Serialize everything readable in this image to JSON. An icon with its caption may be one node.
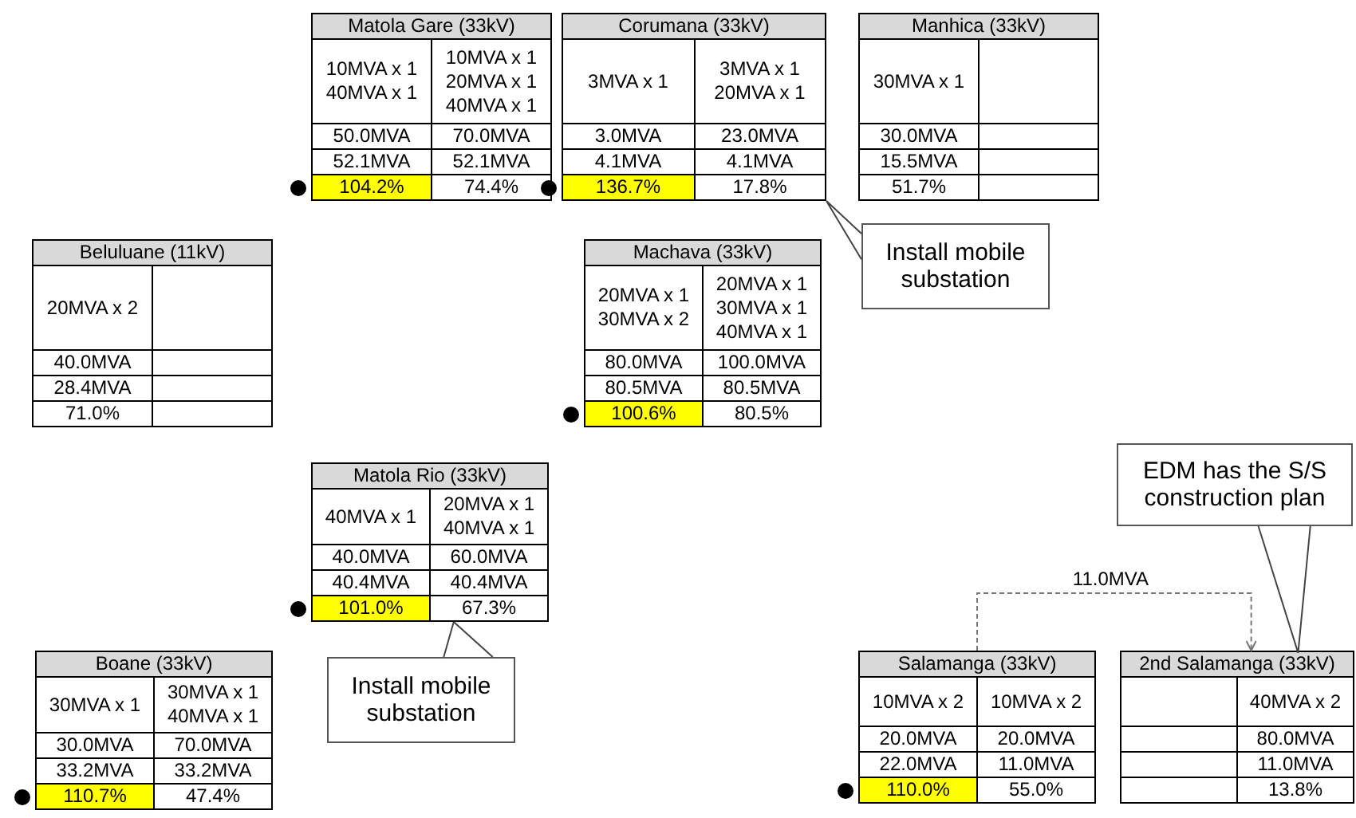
{
  "diagram": {
    "nodes": [
      {
        "text": [
          "Matola Gare (33kV)",
          "10MVA x 1 40MVA x 1",
          "10MVA x 1 20MVA x 1 40MVA x 1",
          "50.0MVA",
          "70.0MVA",
          "52.1MVA",
          "52.1MVA",
          "104.2%",
          "74.4%"
        ]
      },
      {
        "text": [
          "Corumana (33kV)",
          "3MVA x 1",
          "3MVA x 1 20MVA x 1",
          "3.0MVA",
          "23.0MVA",
          "4.1MVA",
          "4.1MVA",
          "136.7%",
          "17.8%"
        ]
      },
      {
        "text": [
          "Manhica (33kV)",
          "30MVA x 1",
          "30.0MVA",
          "15.5MVA",
          "51.7%"
        ]
      },
      {
        "text": [
          "Install mobile substation"
        ]
      },
      {
        "text": [
          "Beluluane (11kV)",
          "20MVA x 2",
          "40.0MVA",
          "28.4MVA",
          "71.0%"
        ]
      },
      {
        "text": [
          "Machava (33kV)",
          "20MVA x 1 30MVA x 2",
          "20MVA x 1 30MVA x 1 40MVA x 1",
          "80.0MVA",
          "100.0MVA",
          "80.5MVA",
          "80.5MVA",
          "100.6%",
          "80.5%"
        ]
      },
      {
        "text": [
          "EDM has the S/S construction plan"
        ]
      },
      {
        "text": [
          "Matola Rio (33kV)",
          "40MVA x 1",
          "20MVA x 1 40MVA x 1",
          "40.0MVA",
          "60.0MVA",
          "40.4MVA",
          "40.4MVA",
          "101.0%",
          "67.3%"
        ]
      },
      {
        "text": [
          "Install mobile substation"
        ]
      },
      {
        "text": [
          "Boane (33kV)",
          "30MVA x 1",
          "30MVA x 1 40MVA x 1",
          "30.0MVA",
          "70.0MVA",
          "33.2MVA",
          "33.2MVA",
          "110.7%",
          "47.4%"
        ]
      },
      {
        "text": [
          "Salamanga (33kV)",
          "10MVA x 2",
          "10MVA x 2",
          "20.0MVA",
          "20.0MVA",
          "22.0MVA",
          "11.0MVA",
          "110.0%",
          "55.0%"
        ]
      },
      {
        "text": [
          "2nd Salamanga (33kV)",
          "40MVA x 2",
          "80.0MVA",
          "11.0MVA",
          "13.8%"
        ]
      }
    ],
    "edges": [
      {
        "from": 3,
        "to": 1,
        "arrow": "none"
      },
      {
        "from": 8,
        "to": 7,
        "arrow": "none"
      },
      {
        "from": 6,
        "to": 11,
        "arrow": "none"
      },
      {
        "from": 10,
        "to": 11,
        "arrow": "to",
        "label": "11.0MVA",
        "style": "dashed"
      }
    ]
  }
}
